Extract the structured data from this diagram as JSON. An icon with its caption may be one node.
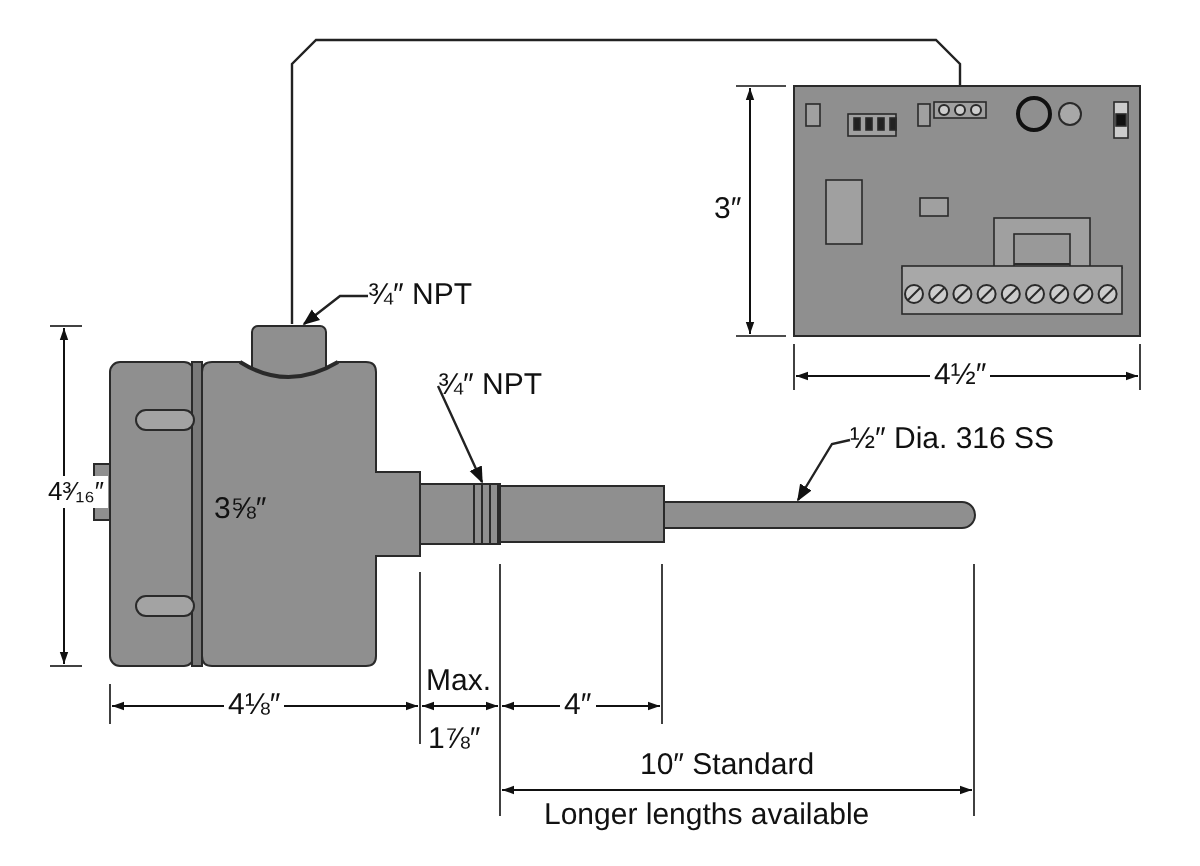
{
  "diagram": {
    "nodes": [
      {
        "text": [
          "¾″ NPT"
        ]
      },
      {
        "text": [],
        "shape": "picture"
      },
      {
        "text": [],
        "shape": "picture"
      },
      {
        "text": [
          "¾″ NPT"
        ]
      },
      {
        "text": [],
        "shape": "picture"
      },
      {
        "text": [
          "½″ Dia. 316 SS"
        ]
      }
    ],
    "edges": [
      {
        "from": 0,
        "to": 1,
        "arrow": "to"
      },
      {
        "from": 1,
        "to": 2,
        "arrow": "none"
      },
      {
        "from": 3,
        "to": 4,
        "arrow": "to"
      },
      {
        "from": 5,
        "to": 4,
        "arrow": "to"
      }
    ],
    "labels": [
      "3″",
      "4½″",
      "4³⁄₁₆″",
      "3⅝″",
      "Max.",
      "4⅛″",
      "4″",
      "1⅞″",
      "10″ Standard",
      "Longer lengths available"
    ]
  }
}
